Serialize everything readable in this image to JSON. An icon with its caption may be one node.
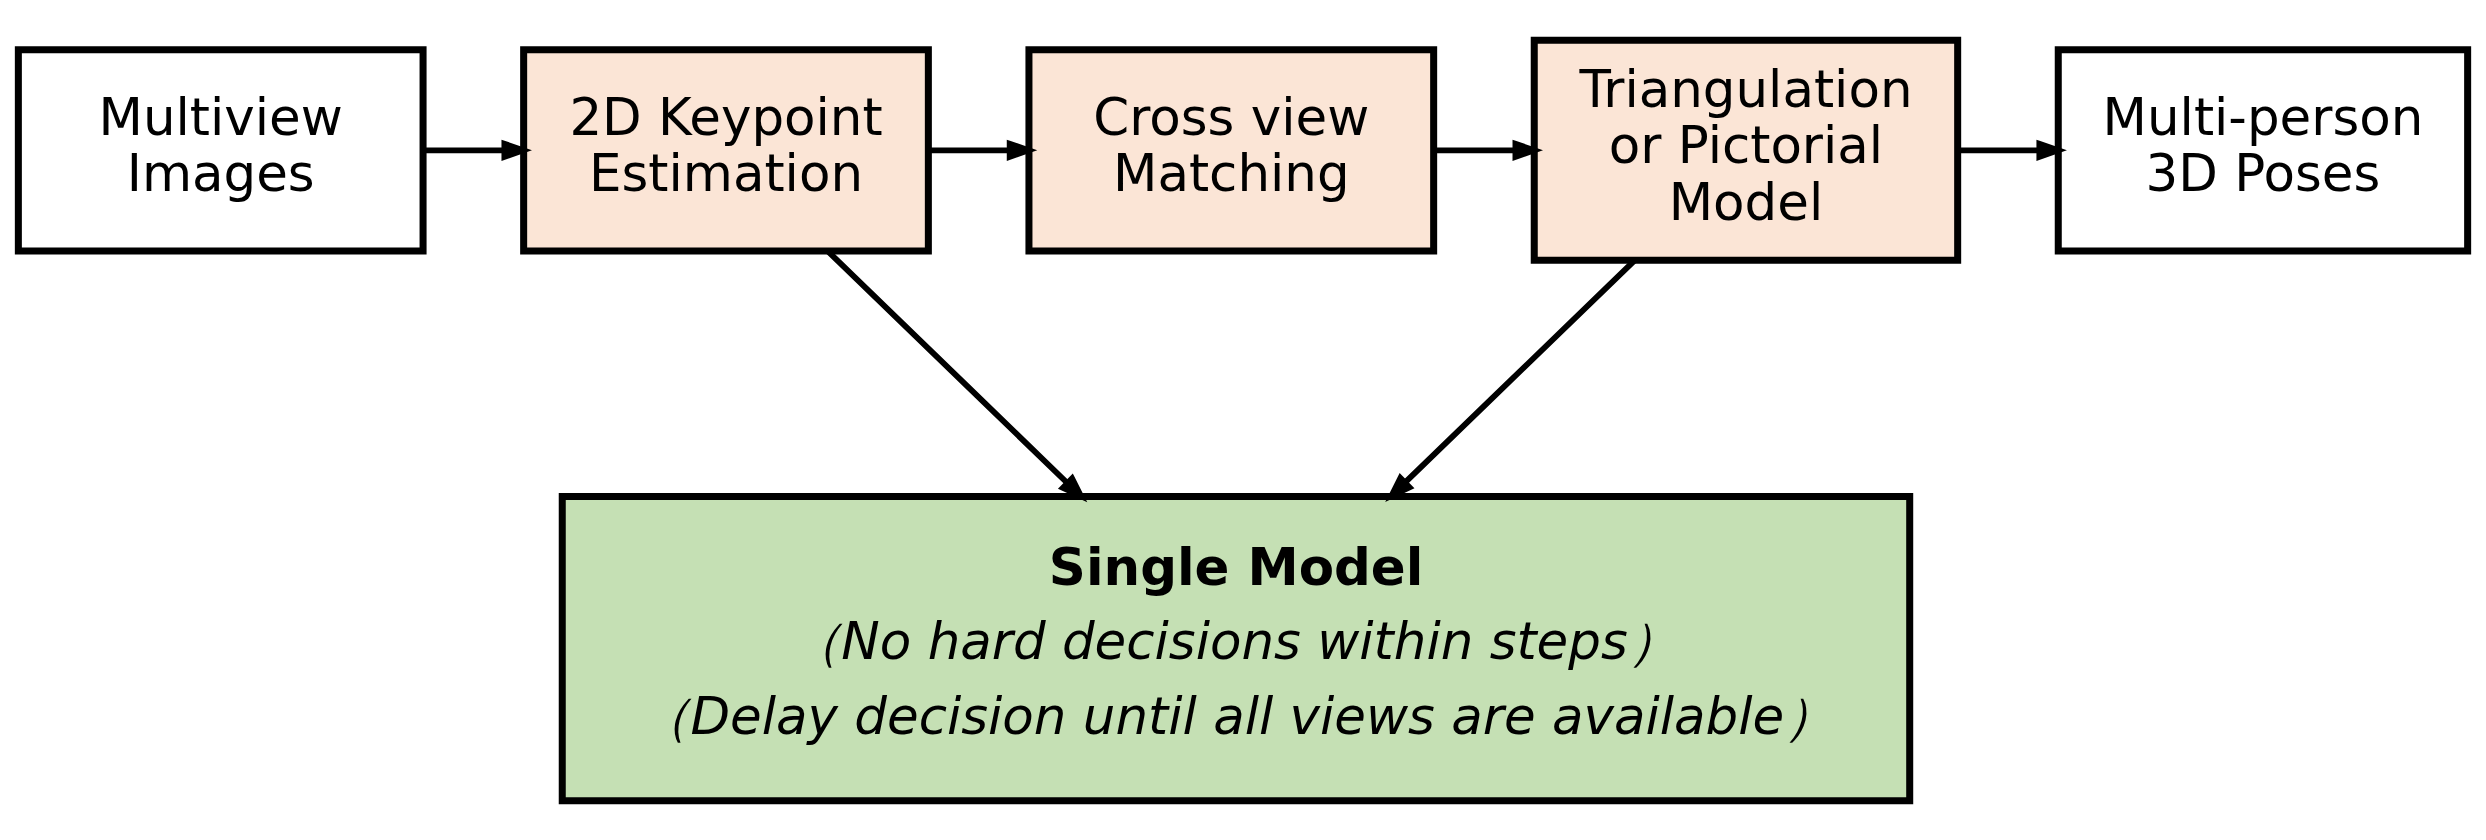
{
  "diagram": {
    "nodes": [
      {
        "text": [
          "Multiview Images"
        ]
      },
      {
        "text": [
          "2D Keypoint Estimation"
        ]
      },
      {
        "text": [
          "Cross view Matching"
        ]
      },
      {
        "text": [
          "Triangulation or Pictorial Model"
        ]
      },
      {
        "text": [
          "Multi-person 3D Poses"
        ]
      },
      {
        "text": [
          "Single Model",
          "（No hard decisions within steps）",
          "（Delay decision until all views are available）"
        ]
      }
    ],
    "edges": [
      {
        "from": 0,
        "to": 1,
        "arrow": "to"
      },
      {
        "from": 1,
        "to": 2,
        "arrow": "to"
      },
      {
        "from": 2,
        "to": 3,
        "arrow": "to"
      },
      {
        "from": 3,
        "to": 4,
        "arrow": "to"
      },
      {
        "from": 1,
        "to": 5,
        "arrow": "to"
      },
      {
        "from": 3,
        "to": 5,
        "arrow": "to"
      }
    ]
  }
}
